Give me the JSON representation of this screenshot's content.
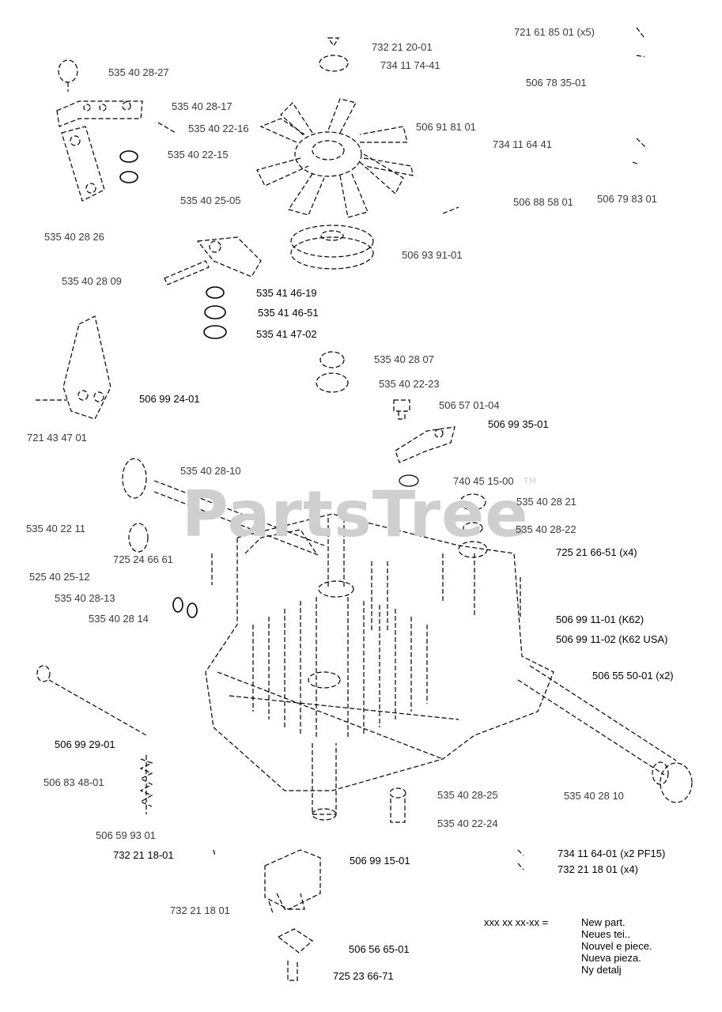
{
  "watermark": {
    "text": "PartsTree",
    "tm": "TM"
  },
  "labels": [
    "535 40 28-27",
    "732 21 20-01",
    "734 11 74-41",
    "721 61 85 01 (x5)",
    "506 78 35-01",
    "535 40 28-17",
    "535 40 22-16",
    "506 91 81 01",
    "734 11 64 41",
    "535 40 22-15",
    "535 40 25-05",
    "506 88 58 01",
    "506 79 83 01",
    "535 40 28 26",
    "506 93 91-01",
    "535 40 28 09",
    "535 41 46-19",
    "535 41 46-51",
    "535 41 47-02",
    "535 40 28 07",
    "535 40 22-23",
    "506 99 24-01",
    "506 57 01-04",
    "506 99 35-01",
    "721 43 47 01",
    "535 40 28-10",
    "740 45 15-00",
    "535 40 28 21",
    "535 40 22 11",
    "535 40 28-22",
    "725 24 66 61",
    "725 21 66-51 (x4)",
    "525 40 25-12",
    "535 40 28-13",
    "535 40 28 14",
    "506 99 11-01 (K62)",
    "506 99 11-02 (K62 USA)",
    "506 55 50-01 (x2)",
    "506 99 29-01",
    "535 40 28 10",
    "506 83 48-01",
    "535 40 28-25",
    "535 40 22-24",
    "506 59 93 01",
    "732 21 18-01",
    "506 99 15-01",
    "734 11 64-01 (x2 PF15)",
    "732 21 18 01 (x4)",
    "732 21 18 01",
    "506 56 65-01",
    "725 23 66-71"
  ],
  "legend": {
    "code": "xxx xx xx-xx =",
    "lines": [
      "New part.",
      "Neues tei..",
      "Nouvel e piece.",
      "Nueva pieza.",
      "Ny detalj"
    ]
  }
}
